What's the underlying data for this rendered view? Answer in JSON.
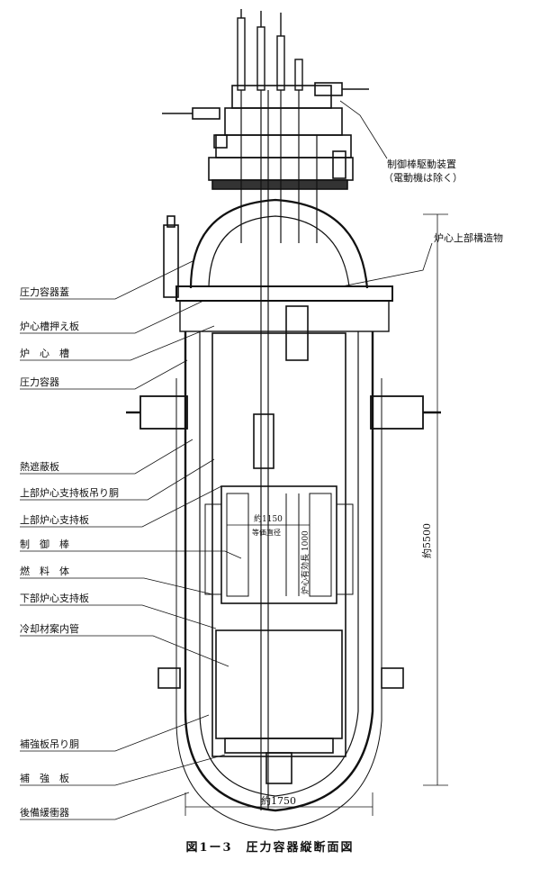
{
  "caption": "図1ー3　圧力容器縦断面図",
  "labels_left": [
    {
      "id": "pressure-vessel-lid",
      "text": "圧力容器蓋"
    },
    {
      "id": "core-tank-hold-plate",
      "text": "炉心槽押え板"
    },
    {
      "id": "core-tank",
      "text": "炉　心　槽"
    },
    {
      "id": "pressure-vessel",
      "text": "圧力容器"
    },
    {
      "id": "heat-shield",
      "text": "熱遮蔽板"
    },
    {
      "id": "upper-core-support-hanger",
      "text": "上部炉心支持板吊り胴"
    },
    {
      "id": "upper-core-support-plate",
      "text": "上部炉心支持板"
    },
    {
      "id": "control-rod",
      "text": "制　御　棒"
    },
    {
      "id": "fuel-assembly",
      "text": "燃　料　体"
    },
    {
      "id": "lower-core-support-plate",
      "text": "下部炉心支持板"
    },
    {
      "id": "coolant-guide-tube",
      "text": "冷却材案内管"
    },
    {
      "id": "reinforcement-hanger",
      "text": "補強板吊り胴"
    },
    {
      "id": "reinforcement-plate",
      "text": "補　強　板"
    },
    {
      "id": "backup-containment",
      "text": "後備緩衝器"
    }
  ],
  "labels_right": [
    {
      "id": "crd-mechanism",
      "text": "制御棒駆動装置",
      "sub": "（電動機は除く）"
    },
    {
      "id": "upper-core-structure",
      "text": "炉心上部構造物"
    }
  ],
  "dimensions": {
    "height": "約5500",
    "width": "約1750",
    "equiv_diameter": "約1150",
    "equiv_diameter_label": "等価直径",
    "core_height": "炉心有効長 1000"
  }
}
